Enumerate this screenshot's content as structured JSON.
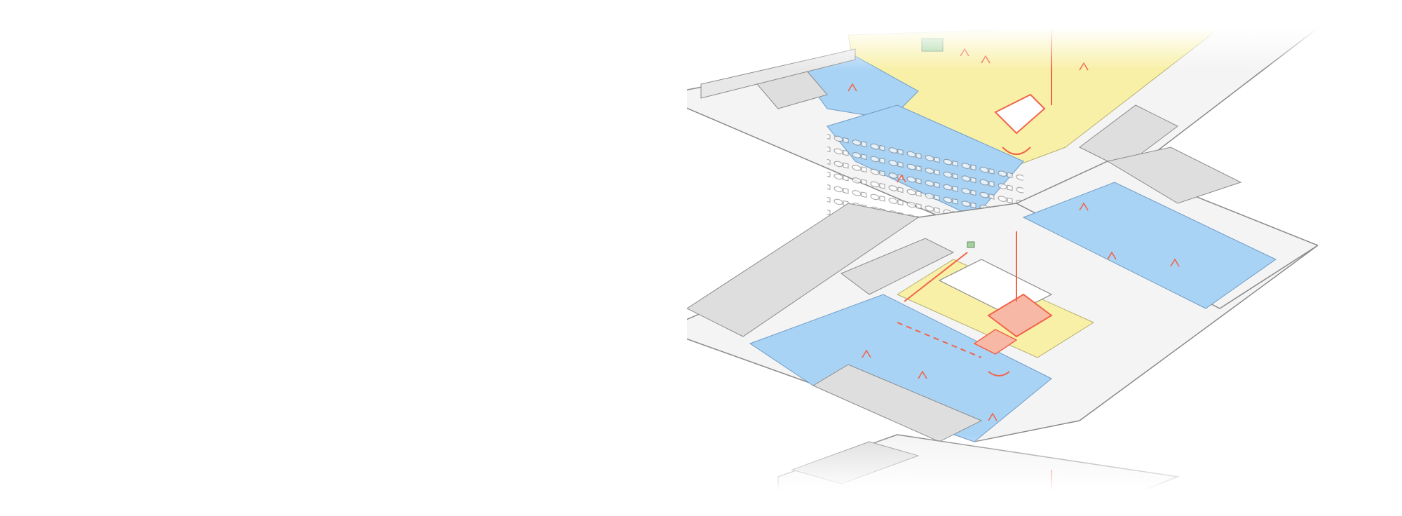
{
  "scene": {
    "description_icon": "isometric-office-floorplan",
    "colors": {
      "background": "#ffffff",
      "slab": "#f4f4f4",
      "slab_edge": "#9a9a9a",
      "wall_block": "#dedede",
      "work_floor": "#a9d3f5",
      "circulation_floor": "#f8f0a6",
      "accent_route": "#f0644a",
      "furniture": "#ffffff",
      "outline": "#7a7a7a"
    },
    "floors": [
      {
        "id": "upper",
        "zones": [
          "work-area",
          "circulation-area"
        ]
      },
      {
        "id": "middle",
        "zones": [
          "work-area",
          "circulation-area",
          "atrium",
          "stair"
        ]
      },
      {
        "id": "lower",
        "zones": [
          "work-area"
        ]
      }
    ]
  }
}
